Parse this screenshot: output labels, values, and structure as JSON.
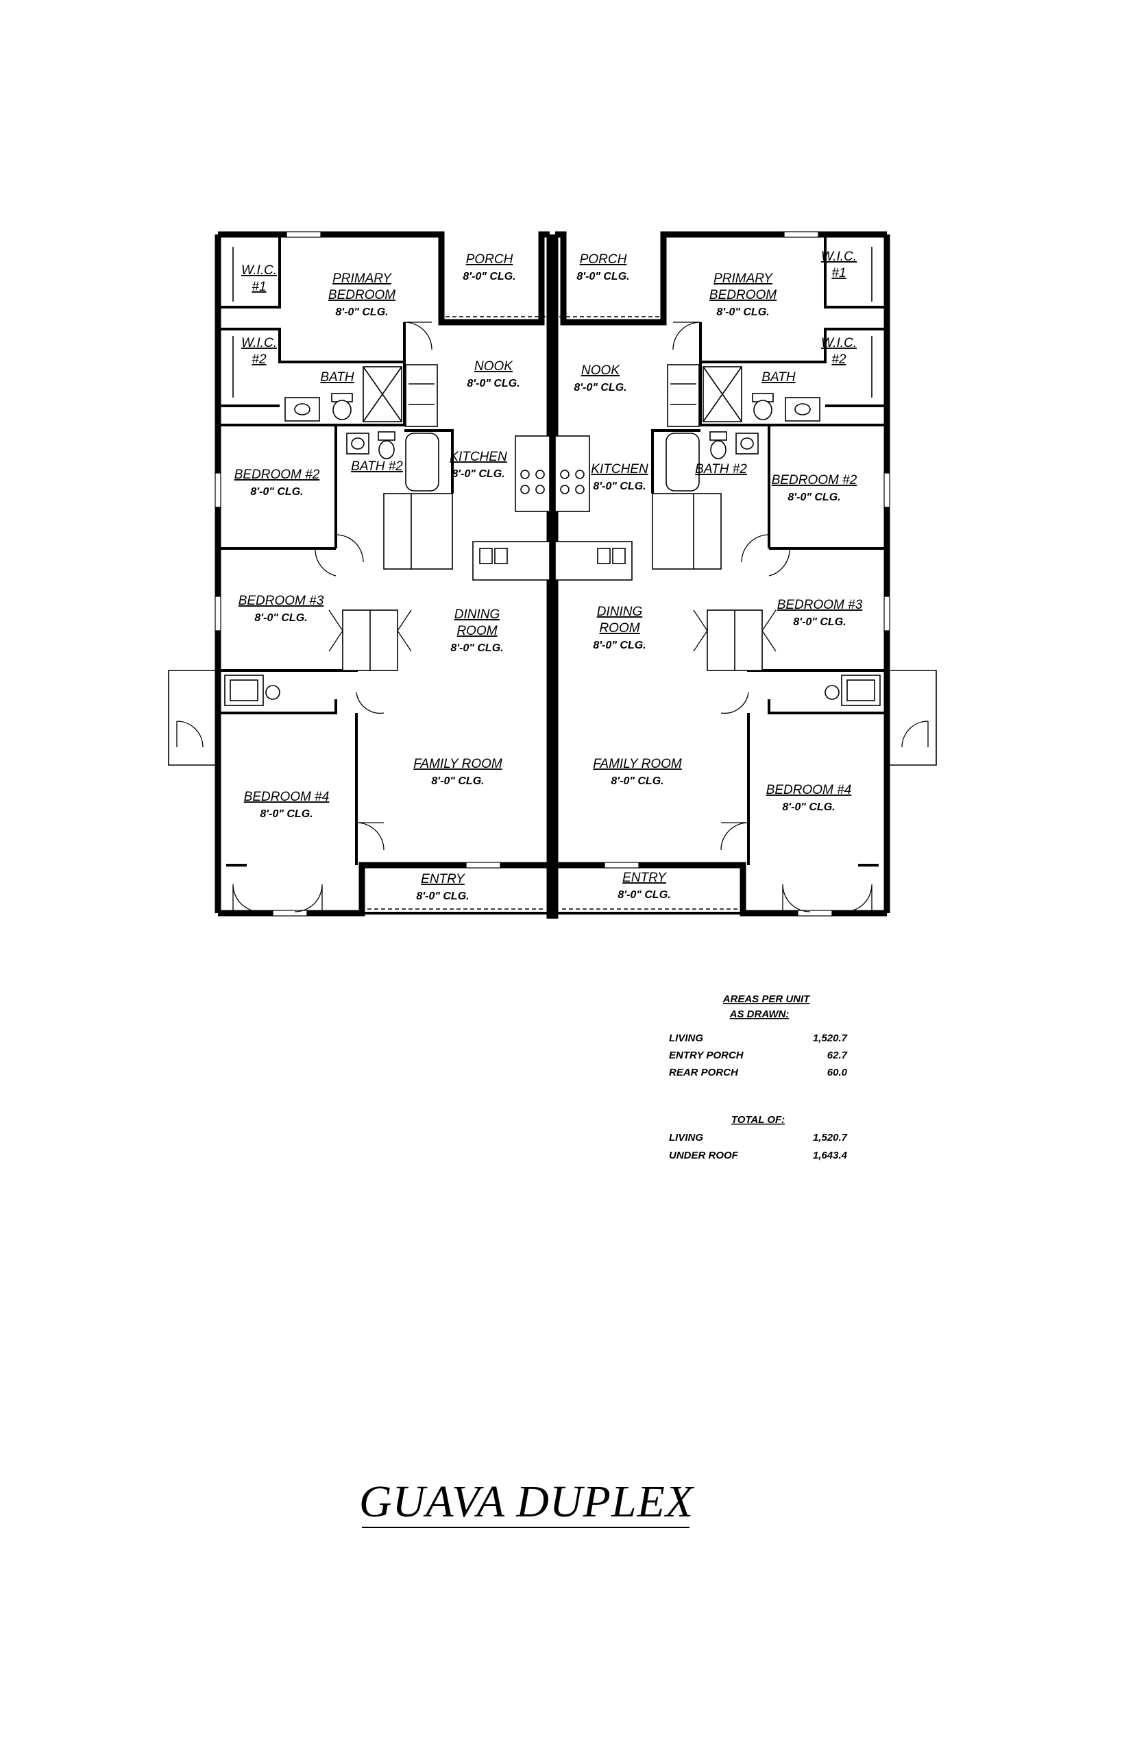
{
  "plan": {
    "rooms": [
      {
        "id": "L-porch",
        "name": "PORCH",
        "clg": "8'-0\" CLG."
      },
      {
        "id": "L-primary",
        "name": "PRIMARY\nBEDROOM",
        "clg": "8'-0\" CLG."
      },
      {
        "id": "L-wic1",
        "name": "W.I.C.\n#1",
        "clg": ""
      },
      {
        "id": "L-wic2",
        "name": "W.I.C.\n#2",
        "clg": ""
      },
      {
        "id": "L-bath",
        "name": "BATH",
        "clg": ""
      },
      {
        "id": "L-nook",
        "name": "NOOK",
        "clg": "8'-0\" CLG."
      },
      {
        "id": "L-bath2",
        "name": "BATH #2",
        "clg": ""
      },
      {
        "id": "L-kitchen",
        "name": "KITCHEN",
        "clg": "8'-0\" CLG."
      },
      {
        "id": "L-bed2",
        "name": "BEDROOM #2",
        "clg": "8'-0\" CLG."
      },
      {
        "id": "L-bed3",
        "name": "BEDROOM #3",
        "clg": "8'-0\" CLG."
      },
      {
        "id": "L-dining",
        "name": "DINING\nROOM",
        "clg": "8'-0\" CLG."
      },
      {
        "id": "L-family",
        "name": "FAMILY ROOM",
        "clg": "8'-0\" CLG."
      },
      {
        "id": "L-bed4",
        "name": "BEDROOM #4",
        "clg": "8'-0\" CLG."
      },
      {
        "id": "L-entry",
        "name": "ENTRY",
        "clg": "8'-0\" CLG."
      },
      {
        "id": "R-porch",
        "name": "PORCH",
        "clg": "8'-0\" CLG."
      },
      {
        "id": "R-primary",
        "name": "PRIMARY\nBEDROOM",
        "clg": "8'-0\" CLG."
      },
      {
        "id": "R-wic1",
        "name": "W.I.C.\n#1",
        "clg": ""
      },
      {
        "id": "R-wic2",
        "name": "W.I.C.\n#2",
        "clg": ""
      },
      {
        "id": "R-bath",
        "name": "BATH",
        "clg": ""
      },
      {
        "id": "R-nook",
        "name": "NOOK",
        "clg": "8'-0\" CLG."
      },
      {
        "id": "R-bath2",
        "name": "BATH #2",
        "clg": ""
      },
      {
        "id": "R-kitchen",
        "name": "KITCHEN",
        "clg": "8'-0\" CLG."
      },
      {
        "id": "R-bed2",
        "name": "BEDROOM #2",
        "clg": "8'-0\" CLG."
      },
      {
        "id": "R-bed3",
        "name": "BEDROOM #3",
        "clg": "8'-0\" CLG."
      },
      {
        "id": "R-dining",
        "name": "DINING\nROOM",
        "clg": "8'-0\" CLG."
      },
      {
        "id": "R-family",
        "name": "FAMILY ROOM",
        "clg": "8'-0\" CLG."
      },
      {
        "id": "R-bed4",
        "name": "BEDROOM #4",
        "clg": "8'-0\" CLG."
      },
      {
        "id": "R-entry",
        "name": "ENTRY",
        "clg": "8'-0\" CLG."
      }
    ]
  },
  "areas": {
    "heading_line1": "AREAS PER UNIT",
    "heading_line2": "AS DRAWN:",
    "rows": [
      {
        "label": "LIVING",
        "value": "1,520.7"
      },
      {
        "label": "ENTRY PORCH",
        "value": "62.7"
      },
      {
        "label": "REAR PORCH",
        "value": "60.0"
      }
    ],
    "total_heading": "TOTAL OF:",
    "total_rows": [
      {
        "label": "LIVING",
        "value": "1,520.7"
      },
      {
        "label": "UNDER ROOF",
        "value": "1,643.4"
      }
    ]
  },
  "title": "GUAVA DUPLEX"
}
